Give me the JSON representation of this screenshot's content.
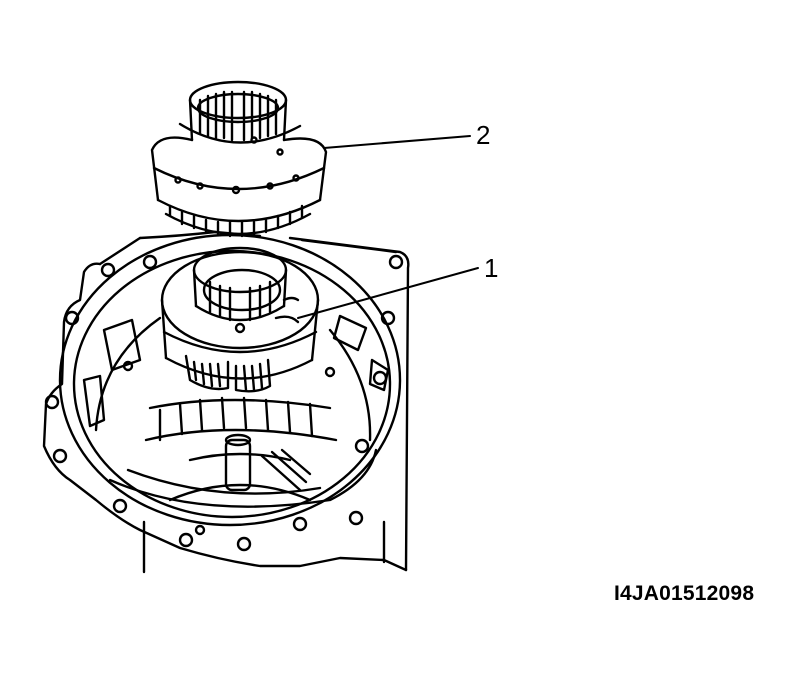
{
  "figure": {
    "callouts": [
      {
        "number": "1",
        "target": "lower-gear-assembly"
      },
      {
        "number": "2",
        "target": "upper-drum"
      }
    ],
    "figure_code": "I4JA01512098"
  }
}
